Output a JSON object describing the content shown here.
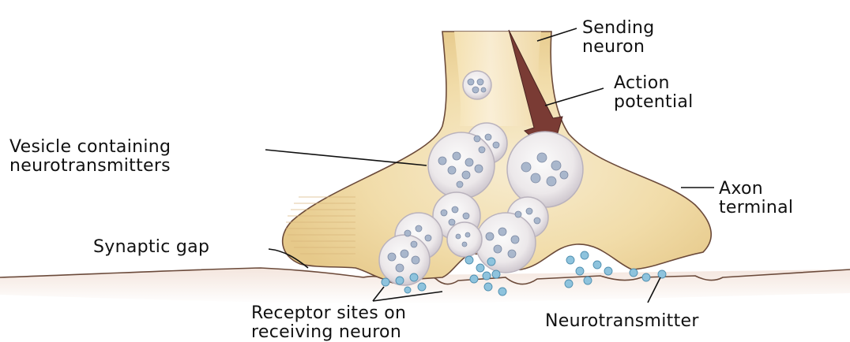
{
  "labels": {
    "sending_neuron": [
      "Sending",
      "neuron"
    ],
    "action_potential": [
      "Action",
      "potential"
    ],
    "vesicle": [
      "Vesicle containing",
      "neurotransmitters"
    ],
    "axon_terminal": [
      "Axon",
      "terminal"
    ],
    "synaptic_gap": "Synaptic gap",
    "receptor_sites": [
      "Receptor sites on",
      "receiving neuron"
    ],
    "neurotransmitter": "Neurotransmitter"
  },
  "colors": {
    "membrane": "#6b4a3a",
    "cytoplasm": "#f3e2b8",
    "arrow": "#7a3b34",
    "vesicle_outline": "#b9b2bd",
    "molecule": "#8ec3dd"
  },
  "icons": {
    "action_potential_arrow": "arrow-down-icon"
  }
}
